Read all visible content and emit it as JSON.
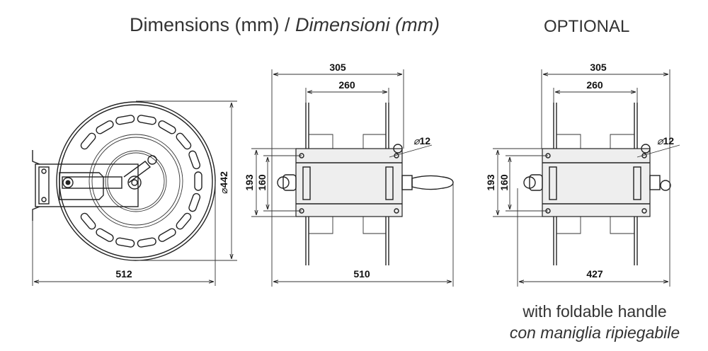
{
  "header": {
    "title_regular": "Dimensions (mm) / ",
    "title_italic": "Dimensioni (mm)",
    "optional_label": "OPTIONAL"
  },
  "side_view": {
    "width": "512",
    "diameter": "442",
    "diameter_symbol": "⌀"
  },
  "front_view": {
    "overall_width": "305",
    "inner_width": "260",
    "height_outer": "193",
    "height_inner": "160",
    "hole": "12",
    "total_width_with_handle": "510"
  },
  "optional_view": {
    "overall_width": "305",
    "inner_width": "260",
    "height_outer": "193",
    "height_inner": "160",
    "hole": "12",
    "total_width": "427"
  },
  "caption": {
    "line1": "with foldable handle",
    "line2": "con maniglia ripiegabile"
  }
}
